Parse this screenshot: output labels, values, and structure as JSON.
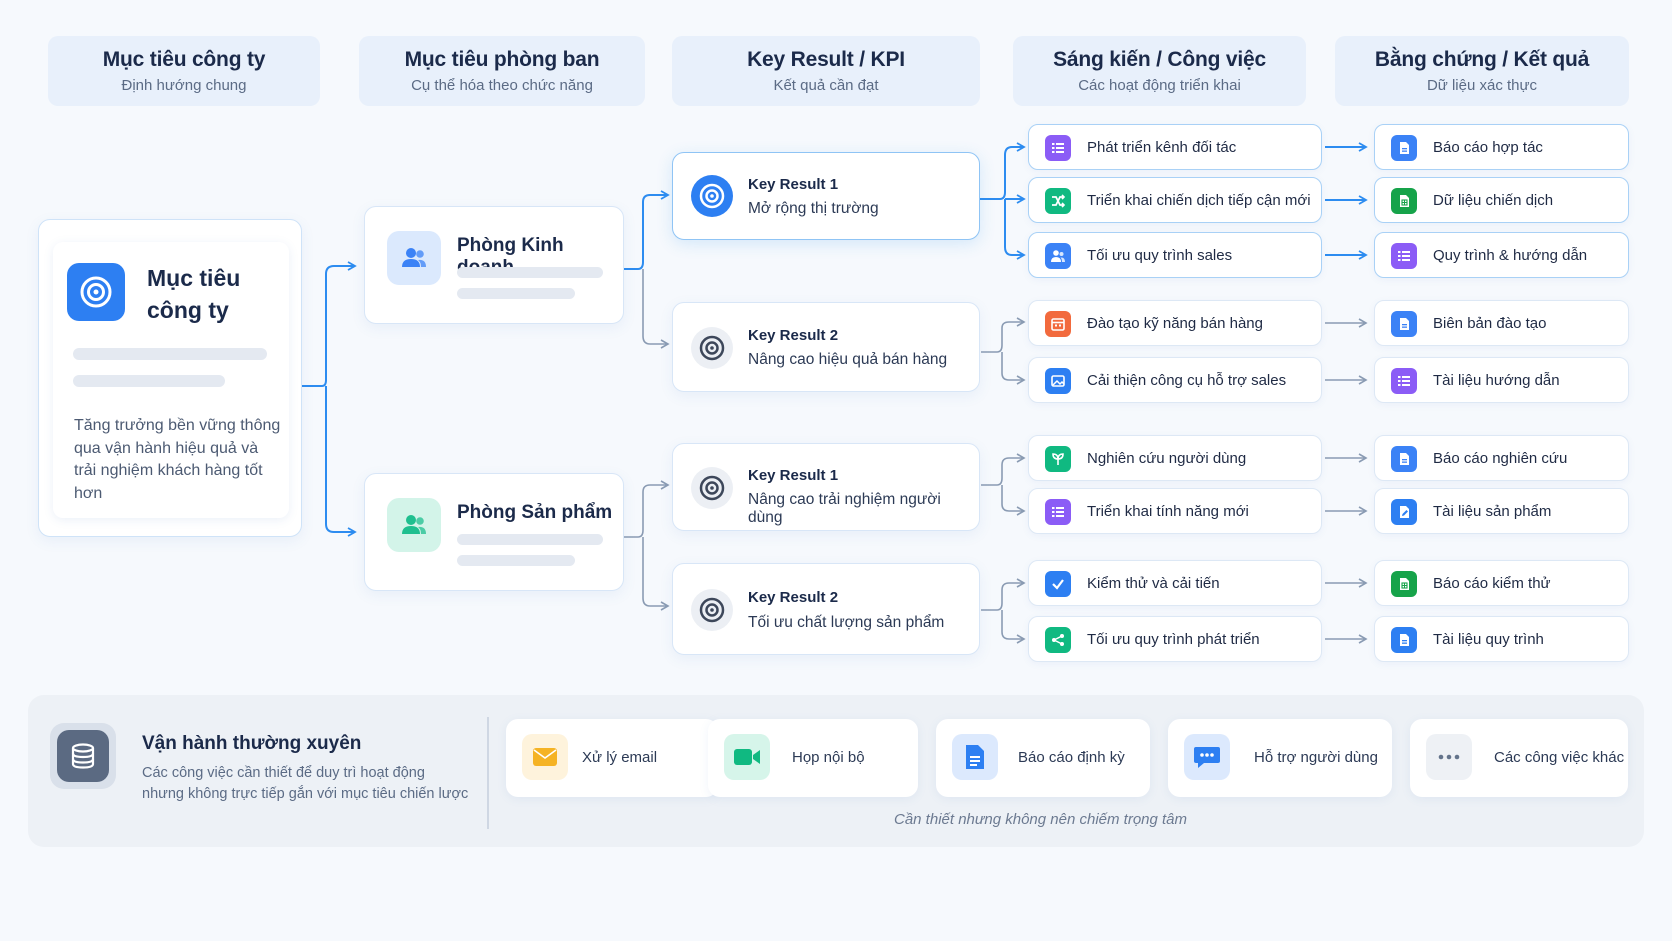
{
  "headers": [
    {
      "title": "Mục tiêu công ty",
      "subtitle": "Định hướng chung"
    },
    {
      "title": "Mục tiêu phòng ban",
      "subtitle": "Cụ thể hóa theo chức năng"
    },
    {
      "title": "Key Result / KPI",
      "subtitle": "Kết quả cần đạt"
    },
    {
      "title": "Sáng kiến / Công việc",
      "subtitle": "Các hoạt động triển khai"
    },
    {
      "title": "Bằng chứng / Kết quả",
      "subtitle": "Dữ liệu xác thực"
    }
  ],
  "company_goal": {
    "title_line1": "Mục tiêu",
    "title_line2": "công ty",
    "description": "Tăng trưởng bền vững thông qua vận hành hiệu quả và trải nghiệm khách hàng tốt hơn",
    "icon": "target-icon"
  },
  "departments": [
    {
      "name": "Phòng Kinh doanh",
      "icon": "users-icon",
      "color": "#3b82f6"
    },
    {
      "name": "Phòng Sản phẩm",
      "icon": "users-icon",
      "color": "#1fbf8f"
    }
  ],
  "key_results": [
    {
      "title": "Key Result 1",
      "desc": "Mở rộng thị trường",
      "active": true
    },
    {
      "title": "Key Result 2",
      "desc": "Nâng cao hiệu quả bán hàng",
      "active": false
    },
    {
      "title": "Key Result 1",
      "desc": "Nâng cao trải nghiệm người dùng",
      "active": false
    },
    {
      "title": "Key Result 2",
      "desc": "Tối ưu chất lượng sản phẩm",
      "active": false
    }
  ],
  "initiatives": [
    {
      "label": "Phát triển kênh đối tác",
      "icon": "list-icon",
      "color": "#8b5cf6"
    },
    {
      "label": "Triển khai chiến dịch tiếp cận mới",
      "icon": "shuffle-icon",
      "color": "#10b981"
    },
    {
      "label": "Tối ưu quy trình sales",
      "icon": "users-icon",
      "color": "#3b82f6"
    },
    {
      "label": "Đào tạo kỹ năng bán hàng",
      "icon": "calendar-icon",
      "color": "#f26a3d"
    },
    {
      "label": "Cải thiện công cụ hỗ trợ sales",
      "icon": "image-icon",
      "color": "#2d7ff2"
    },
    {
      "label": "Nghiên cứu người dùng",
      "icon": "leaf-icon",
      "color": "#10b981"
    },
    {
      "label": "Triển khai tính năng mới",
      "icon": "list-icon",
      "color": "#8b5cf6"
    },
    {
      "label": "Kiểm thử và cải tiến",
      "icon": "check-icon",
      "color": "#2d7ff2"
    },
    {
      "label": "Tối ưu quy trình phát triển",
      "icon": "share-icon",
      "color": "#10b981"
    }
  ],
  "evidence": [
    {
      "label": "Báo cáo hợp tác",
      "icon": "doc-icon",
      "color": "#3b82f6"
    },
    {
      "label": "Dữ liệu chiến dịch",
      "icon": "sheet-icon",
      "color": "#16a34a"
    },
    {
      "label": "Quy trình & hướng dẫn",
      "icon": "list-icon",
      "color": "#8b5cf6"
    },
    {
      "label": "Biên bản đào tạo",
      "icon": "doc-icon",
      "color": "#3b82f6"
    },
    {
      "label": "Tài liệu hướng dẫn",
      "icon": "list-icon",
      "color": "#8b5cf6"
    },
    {
      "label": "Báo cáo nghiên cứu",
      "icon": "doc-icon",
      "color": "#3b82f6"
    },
    {
      "label": "Tài liệu sản phẩm",
      "icon": "doc-edit-icon",
      "color": "#2d7ff2"
    },
    {
      "label": "Báo cáo kiểm thử",
      "icon": "sheet-icon",
      "color": "#16a34a"
    },
    {
      "label": "Tài liệu quy trình",
      "icon": "doc-icon",
      "color": "#2d7ff2"
    }
  ],
  "operations": {
    "title": "Vận hành thường xuyên",
    "desc_line1": "Các công việc cần thiết để duy trì hoạt động",
    "desc_line2": "nhưng không trực tiếp gắn với mục tiêu chiến lược",
    "footer": "Cần thiết nhưng không nên chiếm trọng tâm",
    "icon": "database-icon",
    "tasks": [
      {
        "label": "Xử lý email",
        "icon": "mail-icon",
        "color": "#f5b324"
      },
      {
        "label": "Họp nội bộ",
        "icon": "video-icon",
        "color": "#10b981"
      },
      {
        "label": "Báo cáo định kỳ",
        "icon": "doc-icon",
        "color": "#2d7ff2"
      },
      {
        "label": "Hỗ trợ người dùng",
        "icon": "chat-icon",
        "color": "#2d7ff2"
      },
      {
        "label": "Các công việc khác",
        "icon": "more-icon",
        "color": "#64748b"
      }
    ]
  }
}
